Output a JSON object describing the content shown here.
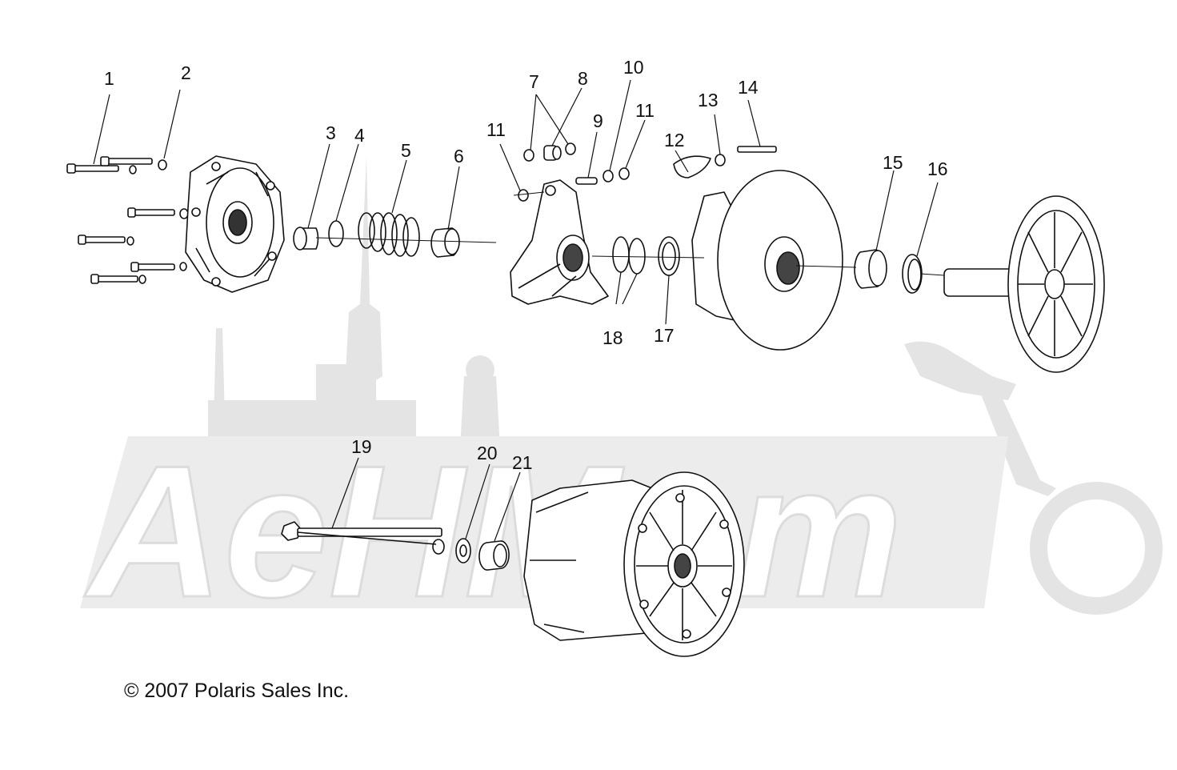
{
  "diagram": {
    "callouts": [
      "1",
      "2",
      "3",
      "4",
      "5",
      "6",
      "7",
      "8",
      "9",
      "10",
      "11",
      "11",
      "12",
      "13",
      "14",
      "15",
      "16",
      "17",
      "18",
      "19",
      "20",
      "21"
    ],
    "copyright": "© 2007 Polaris Sales Inc.",
    "watermark": "AeHMom"
  },
  "colors": {
    "line": "#111111",
    "watermark": "#e3e3e3",
    "part_fill": "#ffffff"
  }
}
